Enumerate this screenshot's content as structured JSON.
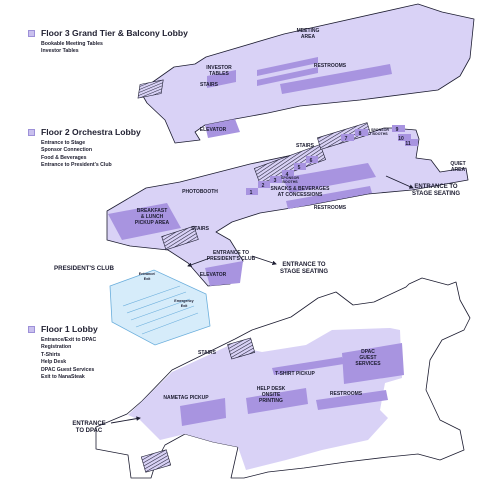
{
  "colors": {
    "floor_fill": "#d9d2f6",
    "zone_fill": "#a894e0",
    "outline": "#1c1c30",
    "club_fill": "#d6ecfa",
    "club_stroke": "#6aaedc"
  },
  "floors": [
    {
      "title": "Floor 3 Grand Tier & Balcony Lobby",
      "items": [
        "Bookable Meeting Tables",
        "Investor Tables"
      ]
    },
    {
      "title": "Floor 2 Orchestra Lobby",
      "items": [
        "Entrance to Stage",
        "Sponsor Connection",
        "Food & Beverages",
        "Entrance to President's Club"
      ]
    },
    {
      "title": "Floor 1 Lobby",
      "items": [
        "Entrance/Exit to DPAC",
        "Registration",
        "T-Shirts",
        "Help Desk",
        "DPAC Guest  Services",
        "Exit to NanaSteak"
      ]
    }
  ],
  "map": {
    "floor3": {
      "meeting_area": [
        "MEETING",
        "AREA"
      ],
      "investor_tables": [
        "INVESTOR",
        "TABLES"
      ],
      "stairs": "STAIRS",
      "restrooms": "RESTROOMS",
      "elevator": "ELEVATOR"
    },
    "floor2": {
      "stairs_top": "STAIRS",
      "stairs_left": "STAIRS",
      "photobooth": "PHOTOBOOTH",
      "breakfast": [
        "BREAKFAST",
        "& LUNCH",
        "PICKUP AREA"
      ],
      "snacks": [
        "SNACKS & BEVERAGES",
        "AT CONCESSIONS"
      ],
      "restrooms": "RESTROOMS",
      "sponsor_booths_1": [
        "SPONSOR",
        "BOOTHS"
      ],
      "sponsor_booths_2": [
        "SPONSOR",
        "BOOTHS"
      ],
      "booth_numbers": [
        "1",
        "2",
        "3",
        "4",
        "5",
        "6",
        "7",
        "8",
        "9",
        "10",
        "11"
      ],
      "quiet_area": [
        "QUIET",
        "AREA"
      ],
      "entrance_stage_right": [
        "ENTRANCE TO",
        "STAGE SEATING"
      ],
      "entrance_stage_bottom": [
        "ENTRANCE TO",
        "STAGE SEATING"
      ],
      "entrance_presidents": [
        "ENTRANCE TO",
        "PRESIDENT'S CLUB"
      ],
      "elevator": "ELEVATOR"
    },
    "presidents_club": {
      "title": "PRESIDENT'S CLUB",
      "entrance_exit": [
        "Entrance/",
        "Exit"
      ],
      "emergency_exit": [
        "Emergency",
        "Exit"
      ]
    },
    "floor1": {
      "stairs": "STAIRS",
      "dpac_guest": [
        "DPAC",
        "GUEST",
        "SERVICES"
      ],
      "tshirt": "T-SHIRT PICKUP",
      "help_desk": [
        "HELP DESK",
        "ONSITE",
        "PRINTING"
      ],
      "nametag": "NAMETAG PICKUP",
      "restrooms": "RESTROOMS",
      "entrance_dpac": [
        "ENTRANCE",
        "TO DPAC"
      ]
    }
  }
}
